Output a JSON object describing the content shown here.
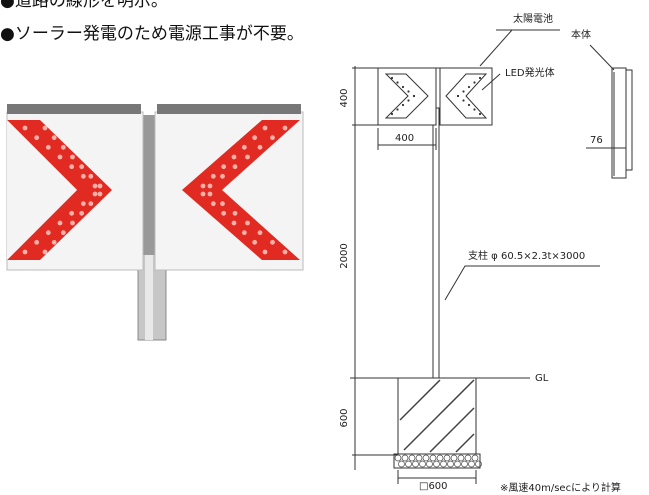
{
  "header": {
    "line1": "●道路の線形を明示。",
    "line2": "●ソーラー発電のため電源工事が不要。"
  },
  "drawing": {
    "solar_label": "太陽電池",
    "body_label": "本体",
    "led_label": "LED発光体",
    "post_label": "支柱 φ 60.5×2.3t×3000",
    "gl_label": "GL",
    "dim_panel_height": "400",
    "dim_panel_width": "400",
    "dim_depth": "76",
    "dim_pole_height": "2000",
    "dim_foundation_depth": "600",
    "dim_foundation_width": "□600",
    "note": "※風速40m/secにより計算"
  },
  "colors": {
    "chevron_red": "#e02a22",
    "led_dot": "#f7b0a8",
    "frame": "#555555"
  }
}
